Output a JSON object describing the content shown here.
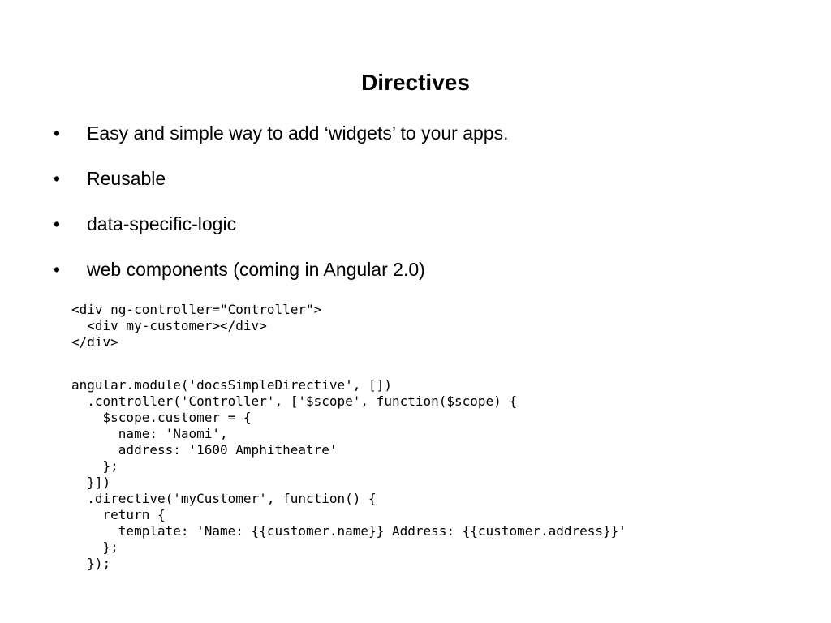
{
  "slide": {
    "title": "Directives",
    "bullets": [
      "Easy and simple way to add ‘widgets’ to your apps.",
      "Reusable",
      "data-specific-logic",
      "web components (coming in Angular 2.0)"
    ],
    "bullet_glyph": "•",
    "code_html": "<div ng-controller=\"Controller\">\n  <div my-customer></div>\n</div>",
    "code_js": "angular.module('docsSimpleDirective', [])\n  .controller('Controller', ['$scope', function($scope) {\n    $scope.customer = {\n      name: 'Naomi',\n      address: '1600 Amphitheatre'\n    };\n  }])\n  .directive('myCustomer', function() {\n    return {\n      template: 'Name: {{customer.name}} Address: {{customer.address}}'\n    };\n  });"
  }
}
